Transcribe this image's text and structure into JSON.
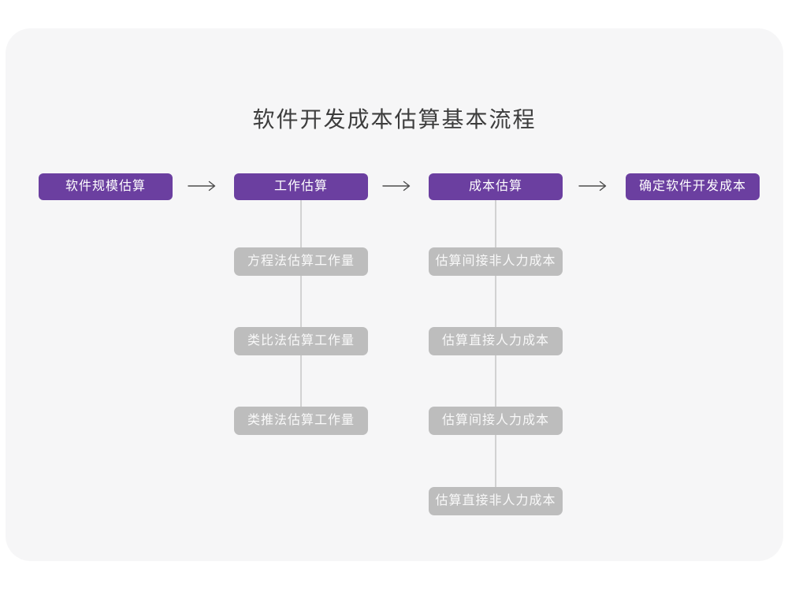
{
  "page": {
    "title": "软件开发成本估算基本流程"
  },
  "colors": {
    "page_bg": "#FFFFFF",
    "card_bg": "#F6F6F7",
    "primary_purple": "#6B3FA0",
    "sub_gray": "#BDBDBD",
    "arrow": "#4D4D4D",
    "connector": "#D2D2D2",
    "title_text": "#3D3D3D",
    "box_text": "#FFFFFF"
  },
  "flow": {
    "main_nodes": [
      {
        "label": "软件规模估算"
      },
      {
        "label": "工作估算"
      },
      {
        "label": "成本估算"
      },
      {
        "label": "确定软件开发成本"
      }
    ],
    "work_branch": [
      {
        "label": "方程法估算工作量"
      },
      {
        "label": "类比法估算工作量"
      },
      {
        "label": "类推法估算工作量"
      }
    ],
    "cost_branch": [
      {
        "label": "估算间接非人力成本"
      },
      {
        "label": "估算直接人力成本"
      },
      {
        "label": "估算间接人力成本"
      },
      {
        "label": "估算直接非人力成本"
      }
    ]
  }
}
